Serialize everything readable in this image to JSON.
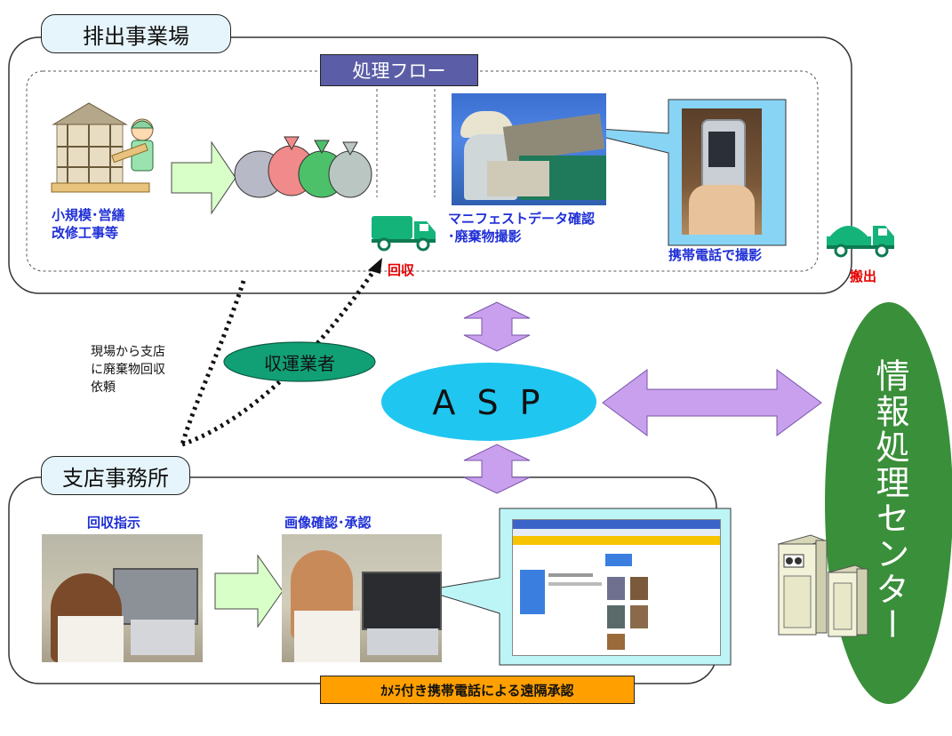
{
  "site": {
    "title": "排出事業場",
    "flow_title": "処理フロー"
  },
  "flow": {
    "small_works": [
      "小規模･営繕",
      "改修工事等"
    ],
    "manifest": [
      "マニフェストデータ確認",
      "･廃棄物撮影"
    ],
    "phone_caption": "携帯電話で撮影",
    "collect": "回収",
    "carry_out": "搬出"
  },
  "middle": {
    "request": [
      "現場から支店",
      "に廃棄物回収",
      "依頼"
    ],
    "transporter": "収運業者",
    "asp": "A S P"
  },
  "center": {
    "label": "情報処理センター"
  },
  "branch": {
    "title": "支店事務所",
    "instruction": "回収指示",
    "approval": "画像確認･承認",
    "banner": "ｶﾒﾗ付き携帯電話による遠隔承認"
  },
  "colors": {
    "label_bg": "#e6f4fb",
    "flow_title_bg": "#5b5ea6",
    "asp_fill": "#1fc6f0",
    "transporter_fill": "#11a075",
    "center_fill": "#3a8f3a",
    "arrow_fill": "#c9a0ee",
    "accent_text": "#1f2fd6",
    "alert_text": "#e60000",
    "banner_bg": "#ffa000"
  },
  "icons": [
    "construction-worker-icon",
    "waste-bags-icon",
    "green-truck-icon",
    "server-icon",
    "mobile-phone-icon"
  ]
}
